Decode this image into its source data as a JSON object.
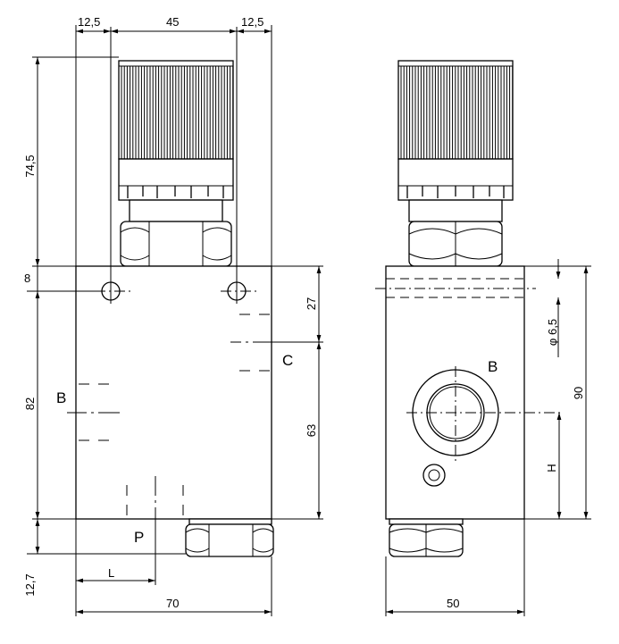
{
  "dimensions": {
    "left_flange": "12,5",
    "knob_width": "45",
    "right_flange": "12,5",
    "height_knob": "74,5",
    "hole_offset": "8",
    "body_height": "82",
    "port_c_offset": "27",
    "port_c_height": "63",
    "bottom_fitting": "12,7",
    "port_p_offset": "L",
    "body_width": "70",
    "side_width": "50",
    "side_height": "90",
    "hole_diameter": "φ 6,5",
    "port_b_height": "H"
  },
  "ports": {
    "b_front": "B",
    "c": "C",
    "p": "P",
    "b_side": "B"
  }
}
